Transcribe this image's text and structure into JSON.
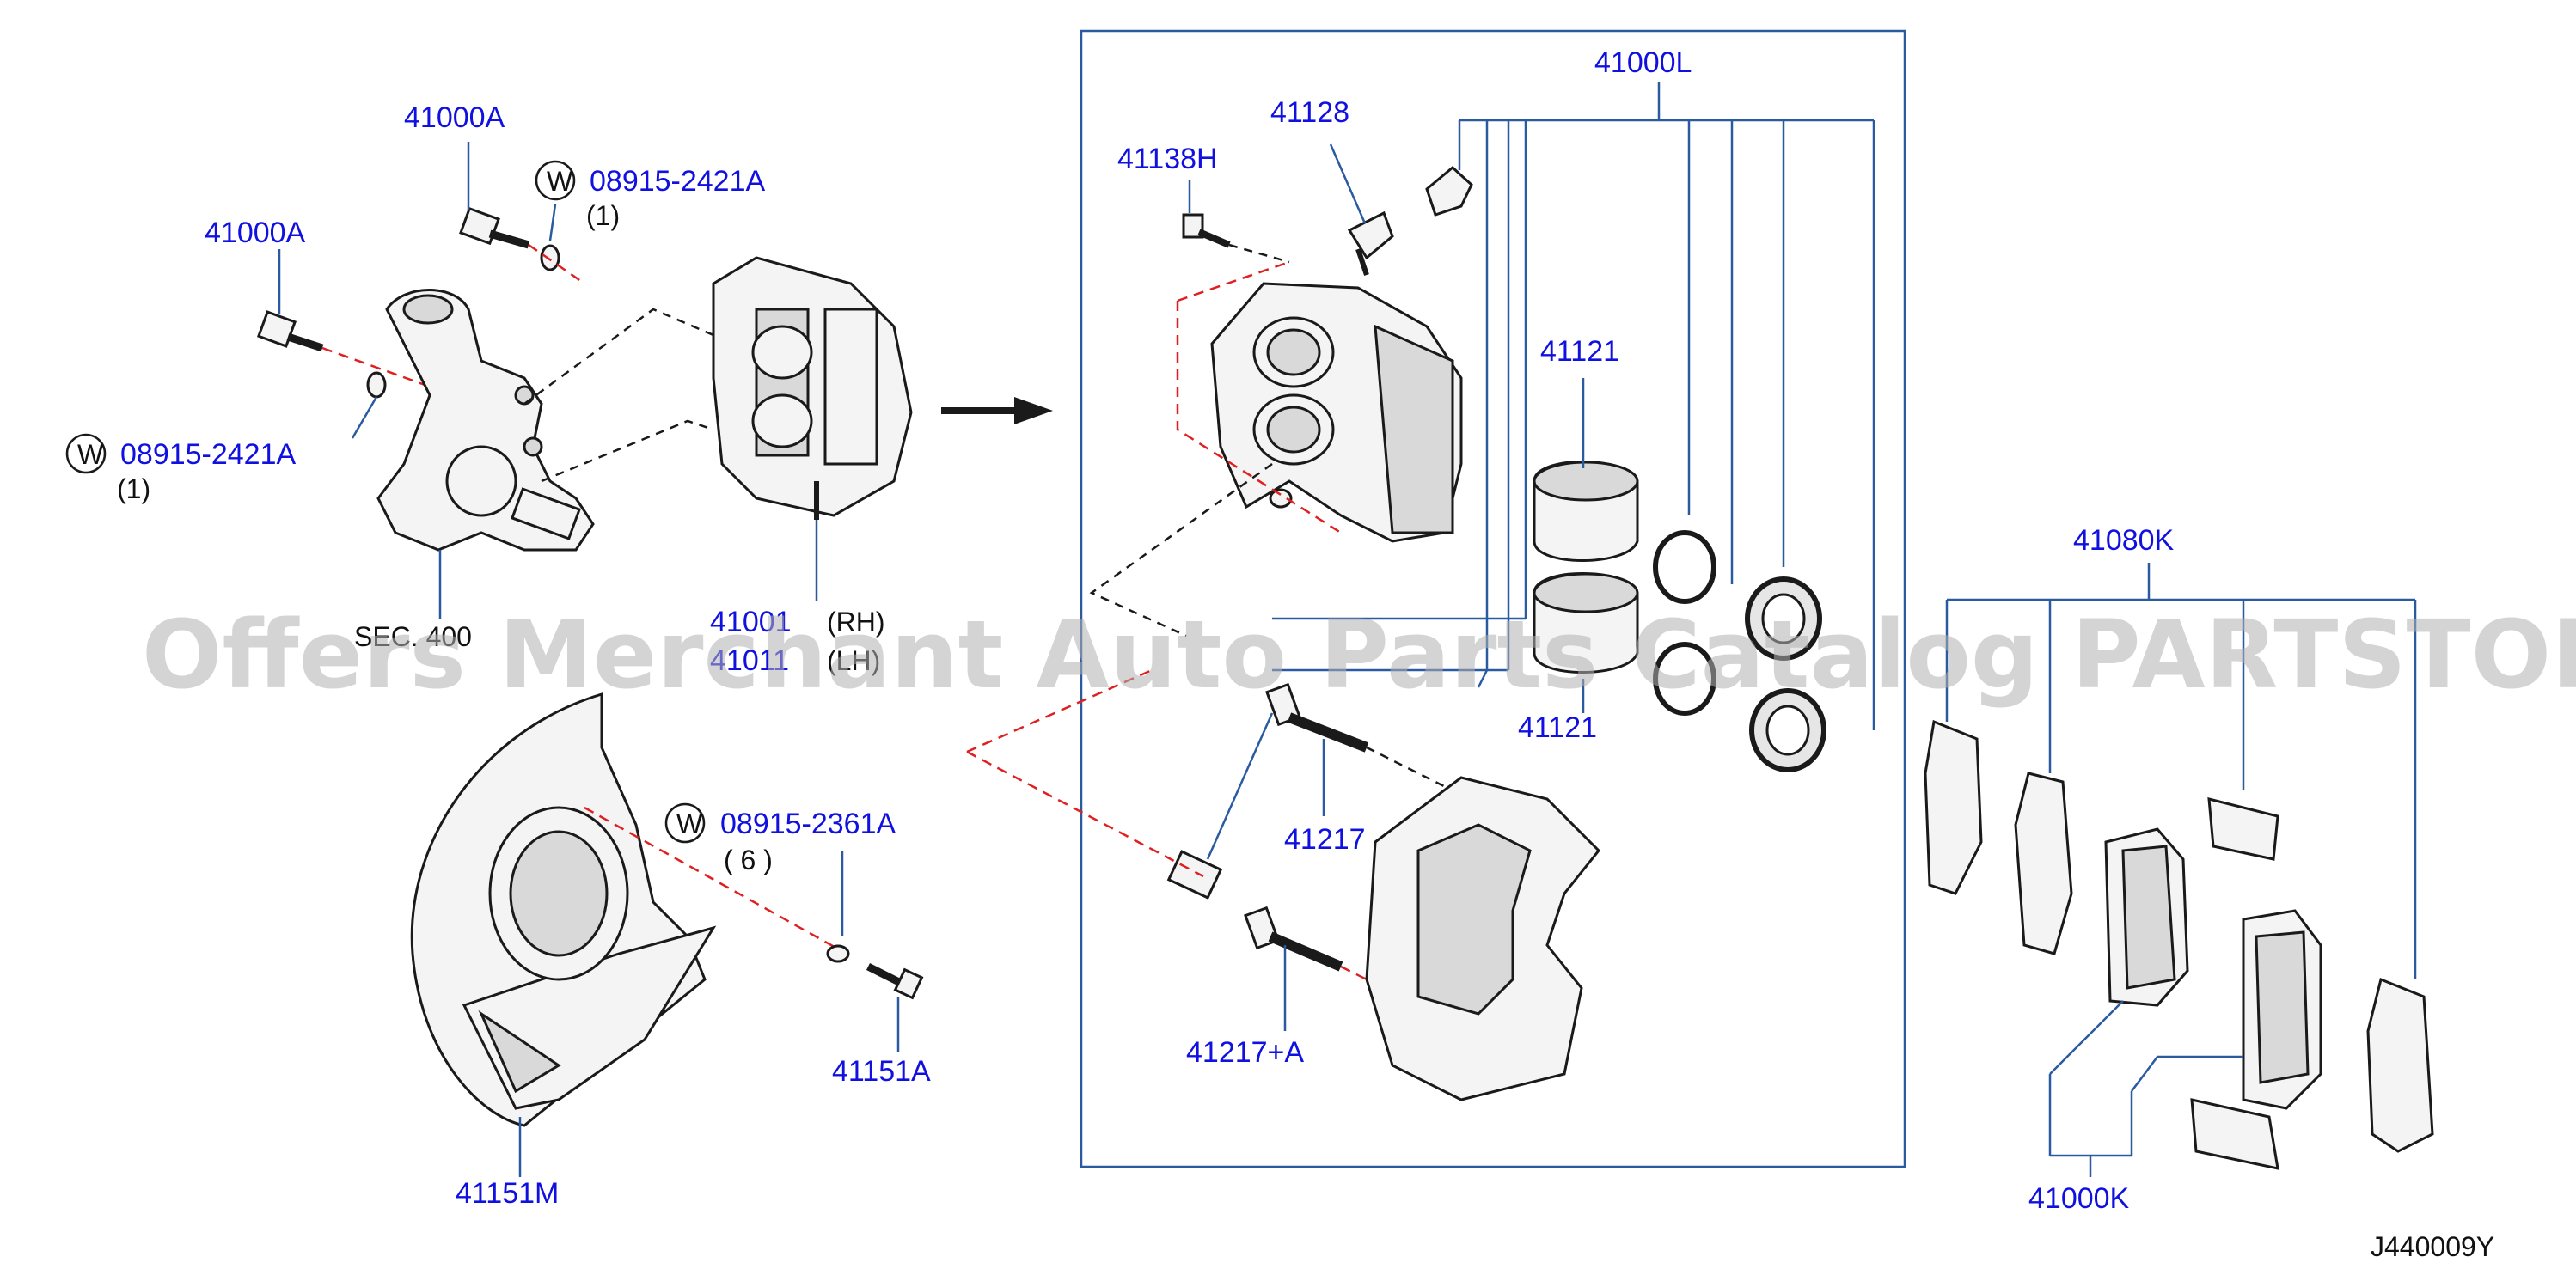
{
  "labels": {
    "bolt_upper": "41000A",
    "bolt_left": "41000A",
    "washer_upper_code": "08915-2421A",
    "washer_upper_qty": "(1)",
    "washer_left_code": "08915-2421A",
    "washer_left_qty": "(1)",
    "knuckle_ref": "SEC. 400",
    "caliper_rh": "41001",
    "caliper_rh_side": "(RH)",
    "caliper_lh": "41011",
    "caliper_lh_side": "(LH)",
    "washer_plate_code": "08915-2361A",
    "washer_plate_qty": "( 6 )",
    "plate_bolt": "41151A",
    "baffle_plate": "41151M",
    "bleeder": "41138H",
    "bleeder_cap": "41128",
    "seal_kit": "41000L",
    "piston_upper": "41121",
    "piston_lower": "41121",
    "pin_upper": "41217",
    "pin_lower": "41217+A",
    "pad_kit": "41080K",
    "pad_kit_lower": "41000K",
    "diagram_id": "J440009Y",
    "w_mark": "W"
  },
  "watermark": "Offers Merchant Auto Parts Catalog PARTSTORE.SA",
  "colors": {
    "label_blue": "#1010e0",
    "leader_blue": "#2a5aa0",
    "dash_red": "#e02020",
    "watermark_gray": "#b0b0b0"
  }
}
